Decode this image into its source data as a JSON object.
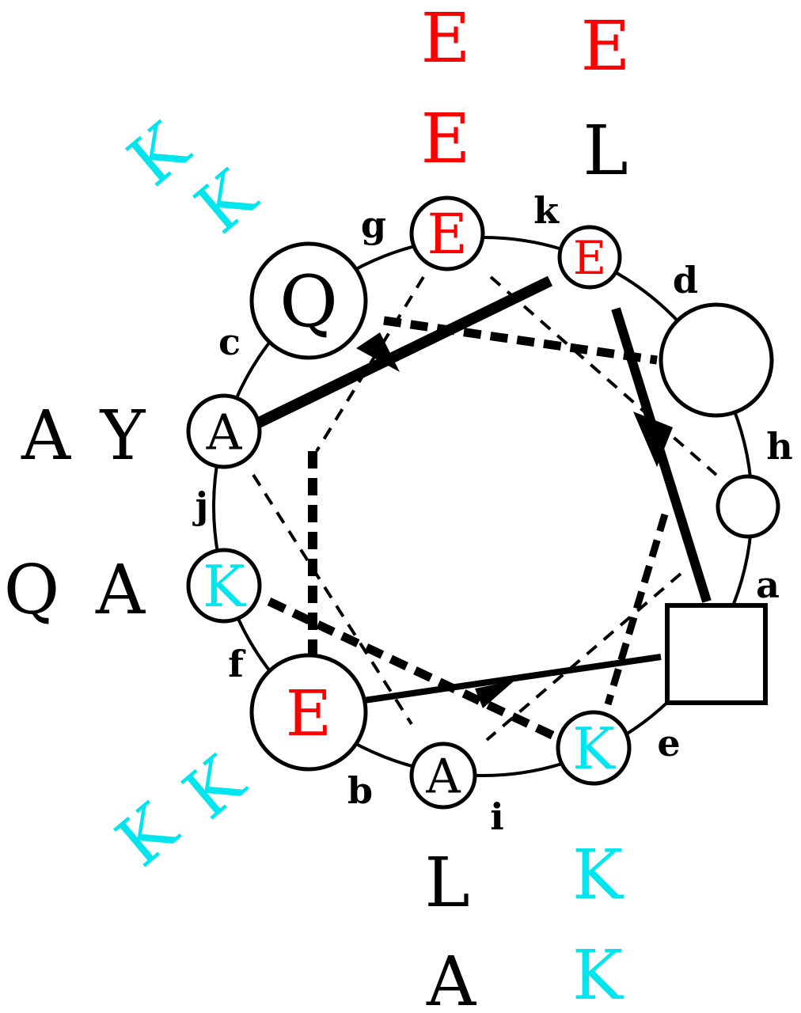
{
  "colors": {
    "acidic": "#ff0000",
    "basic": "#00e5ee",
    "neutral": "#000000"
  },
  "positions": [
    {
      "id": "g",
      "label": "g",
      "residue": "E",
      "color": "#ff0000"
    },
    {
      "id": "k",
      "label": "k",
      "residue": "E",
      "color": "#ff0000"
    },
    {
      "id": "d",
      "label": "d",
      "residue": "",
      "color": "#000000"
    },
    {
      "id": "h",
      "label": "h",
      "residue": "",
      "color": "#000000"
    },
    {
      "id": "a",
      "label": "a",
      "residue": "",
      "color": "#000000"
    },
    {
      "id": "e",
      "label": "e",
      "residue": "K",
      "color": "#00e5ee"
    },
    {
      "id": "i",
      "label": "i",
      "residue": "A",
      "color": "#000000"
    },
    {
      "id": "b",
      "label": "b",
      "residue": "E",
      "color": "#ff0000"
    },
    {
      "id": "f",
      "label": "f",
      "residue": "K",
      "color": "#00e5ee"
    },
    {
      "id": "j",
      "label": "j",
      "residue": "A",
      "color": "#000000"
    },
    {
      "id": "c",
      "label": "c",
      "residue": "Q",
      "color": "#000000"
    }
  ],
  "outer_residues": {
    "g": [
      {
        "t": "E",
        "color": "#ff0000"
      },
      {
        "t": "E",
        "color": "#ff0000"
      }
    ],
    "k": [
      {
        "t": "E",
        "color": "#ff0000"
      },
      {
        "t": "L",
        "color": "#000000"
      }
    ],
    "c": [
      {
        "t": "K",
        "color": "#00e5ee"
      },
      {
        "t": "K",
        "color": "#00e5ee"
      }
    ],
    "j": [
      {
        "t": "A",
        "color": "#000000"
      },
      {
        "t": "Y",
        "color": "#000000"
      }
    ],
    "f": [
      {
        "t": "Q",
        "color": "#000000"
      },
      {
        "t": "A",
        "color": "#000000"
      }
    ],
    "b": [
      {
        "t": "K",
        "color": "#00e5ee"
      },
      {
        "t": "K",
        "color": "#00e5ee"
      }
    ],
    "i": [
      {
        "t": "L",
        "color": "#000000"
      },
      {
        "t": "A",
        "color": "#000000"
      }
    ],
    "e": [
      {
        "t": "K",
        "color": "#00e5ee"
      },
      {
        "t": "K",
        "color": "#00e5ee"
      }
    ]
  }
}
